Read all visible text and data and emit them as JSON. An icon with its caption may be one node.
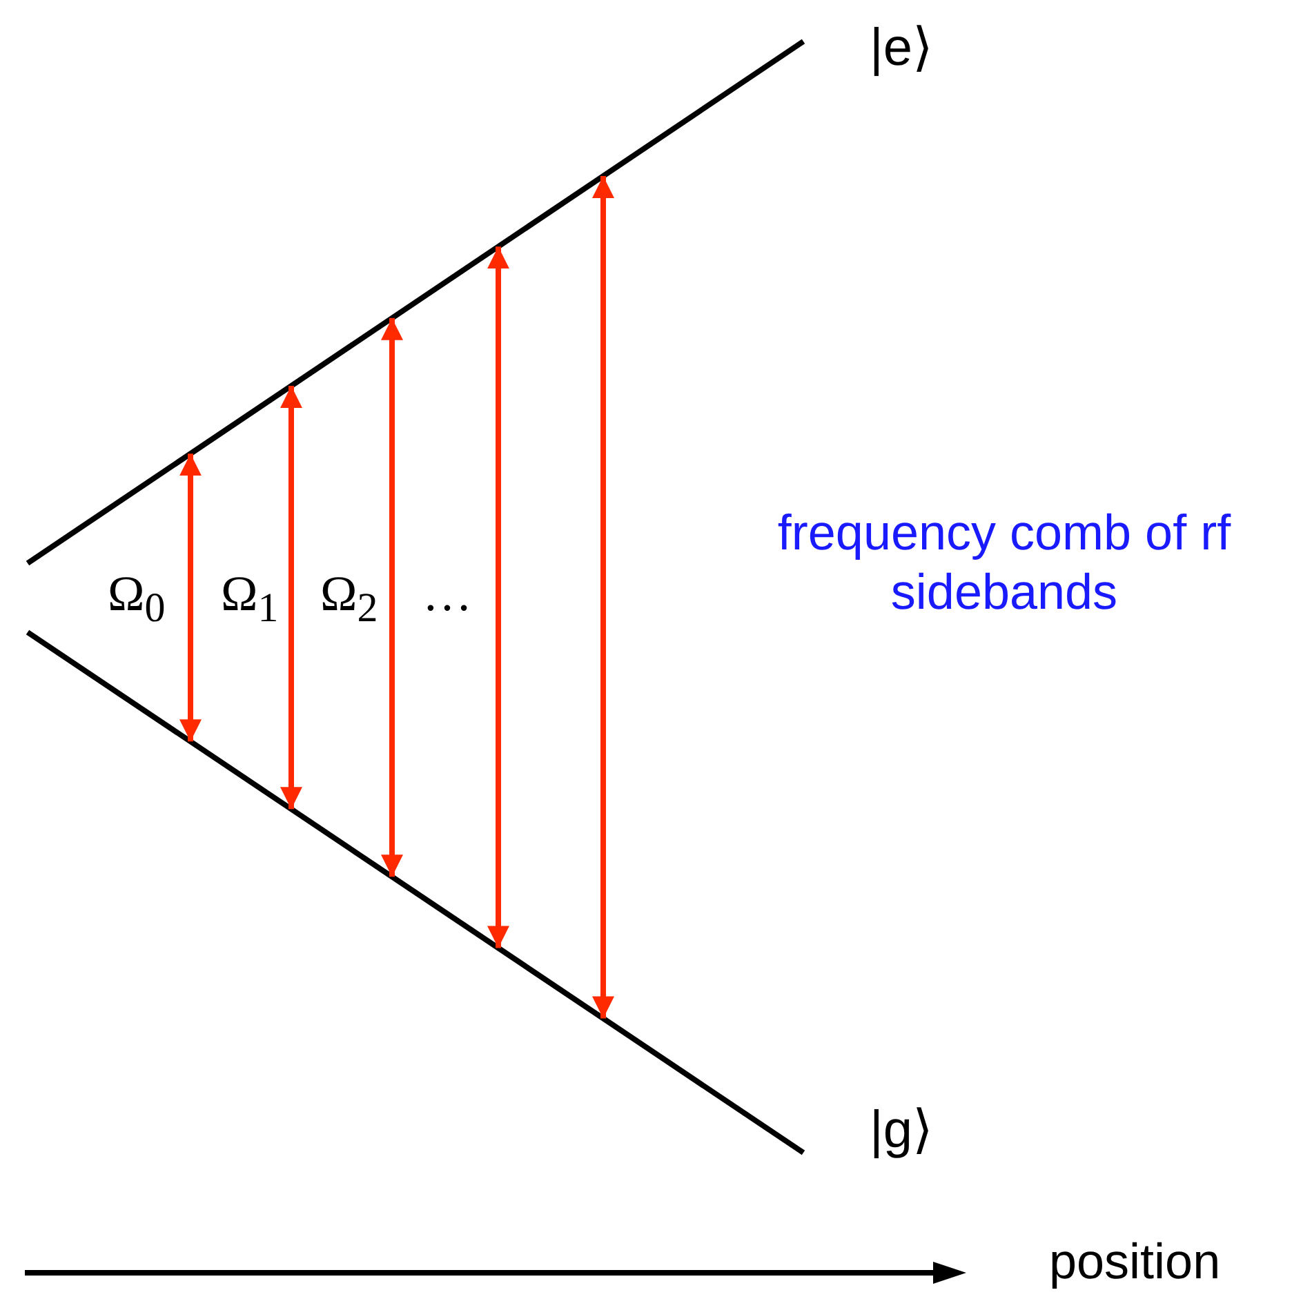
{
  "diagram": {
    "nodes": [
      {
        "text": [
          "|e⟩"
        ]
      },
      {
        "text": [
          "|g⟩"
        ]
      }
    ],
    "edges": [
      {
        "from": 1,
        "to": 0,
        "arrow": "both",
        "label": "Ω$_{0}$"
      },
      {
        "from": 1,
        "to": 0,
        "arrow": "both",
        "label": "Ω$_{1}$"
      },
      {
        "from": 1,
        "to": 0,
        "arrow": "both",
        "label": "Ω$_{2}$"
      },
      {
        "from": 1,
        "to": 0,
        "arrow": "both",
        "label": "…"
      },
      {
        "from": 1,
        "to": 0,
        "arrow": "both"
      }
    ],
    "labels": [
      "frequency comb of rf sidebands",
      "position"
    ]
  }
}
